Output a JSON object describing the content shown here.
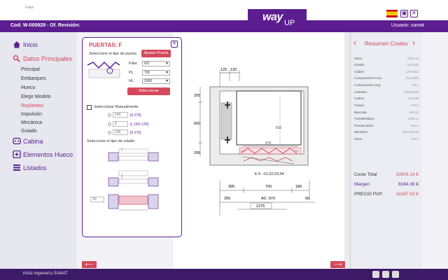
{
  "topbar": {
    "false_text": "False",
    "logo_main": "way",
    "logo_sub": "UP",
    "flag": "spain-flag",
    "save_icon": "save-icon",
    "close_icon": "close-icon"
  },
  "header": {
    "code": "Cod: W-000929 - Of.  Revisión:",
    "user": "Usuario: samat"
  },
  "sidebar": {
    "items": [
      {
        "label": "Inicio",
        "icon": "home-icon"
      },
      {
        "label": "Datos Principales",
        "icon": "search-icon"
      },
      {
        "label": "Cabina",
        "icon": "cabin-icon"
      },
      {
        "label": "Elementos Hueco",
        "icon": "plus-box-icon"
      },
      {
        "label": "Listados",
        "icon": "list-icon"
      }
    ],
    "subitems": [
      "Principal",
      "Embarques",
      "Hueco",
      "Elegir Modelo",
      "Replanteo",
      "Impulsión",
      "Mecánica",
      "Guiado"
    ],
    "active_subitem": "Replanteo"
  },
  "panel": {
    "title": "PUERTAS: F",
    "door_type_label": "Seleccione el tipo de puerta",
    "door_type_button": "Ajustar Puerta",
    "filter_label": "Filter",
    "filter_value": "NO",
    "pl_label": "PL",
    "pl_value": "700",
    "hl_label": "HL",
    "hl_value": "2000",
    "select_button": "Seleccionar",
    "manual_label": "Seleccionar Manualmente",
    "manual_rows": [
      {
        "value": "140",
        "range": "[0-270]"
      },
      {
        "value": "5",
        "range": "[(-135)-135]"
      },
      {
        "value": "130",
        "range": "[0-270]"
      }
    ],
    "volado_label": "Seleccione el tipo de volado",
    "volado_input": "20"
  },
  "drawing": {
    "dim_top_a": "125",
    "dim_top_b": "130",
    "dim_205": "205",
    "dim_600": "600",
    "dim_295": "295",
    "dim_810": "810",
    "dim_970": "970",
    "ef_label": "E.F.: 01,02,03,04",
    "dim_395": "395",
    "dim_700": "700",
    "dim_180": "180",
    "dim_255": "255",
    "dim_ac": "AC: 970",
    "dim_50": "50",
    "dim_1275": "1275",
    "small_140a": "140",
    "small_140b": "130"
  },
  "costs": {
    "title": "Resumen Costes",
    "rows": [
      {
        "label": "Motor",
        "value": "2305,78"
      },
      {
        "label": "Guiado",
        "value": "1043,85"
      },
      {
        "label": "Cables",
        "value": "129,0004"
      },
      {
        "label": "Componentes Foso",
        "value": "151,0095"
      },
      {
        "label": "Componentes Seg.",
        "value": "60,1"
      },
      {
        "label": "Limitador",
        "value": "245,81009"
      },
      {
        "label": "Cabina",
        "value": "1219,86"
      },
      {
        "label": "Chasis",
        "value": "375,5"
      },
      {
        "label": "Bancada",
        "value": "195,94"
      },
      {
        "label": "PuertaRellano",
        "value": "1495,11"
      },
      {
        "label": "PuertaCabina",
        "value": "902,5"
      },
      {
        "label": "Maniobra",
        "value": "2464,66125"
      },
      {
        "label": "Otros",
        "value": "270,5"
      }
    ],
    "coste_total_label": "Coste Total",
    "coste_total": "10003.14 €",
    "margen_label": "Margen",
    "margen": "8184.39 €",
    "pvp_label": "PRECIO PVP:",
    "pvp": "18187.53 €"
  },
  "footer": {
    "text": "Visita Ingeniería SAMAT"
  },
  "colors": {
    "brand": "#5b1d8f",
    "accent": "#d4495b",
    "footer": "#3d1a68"
  }
}
